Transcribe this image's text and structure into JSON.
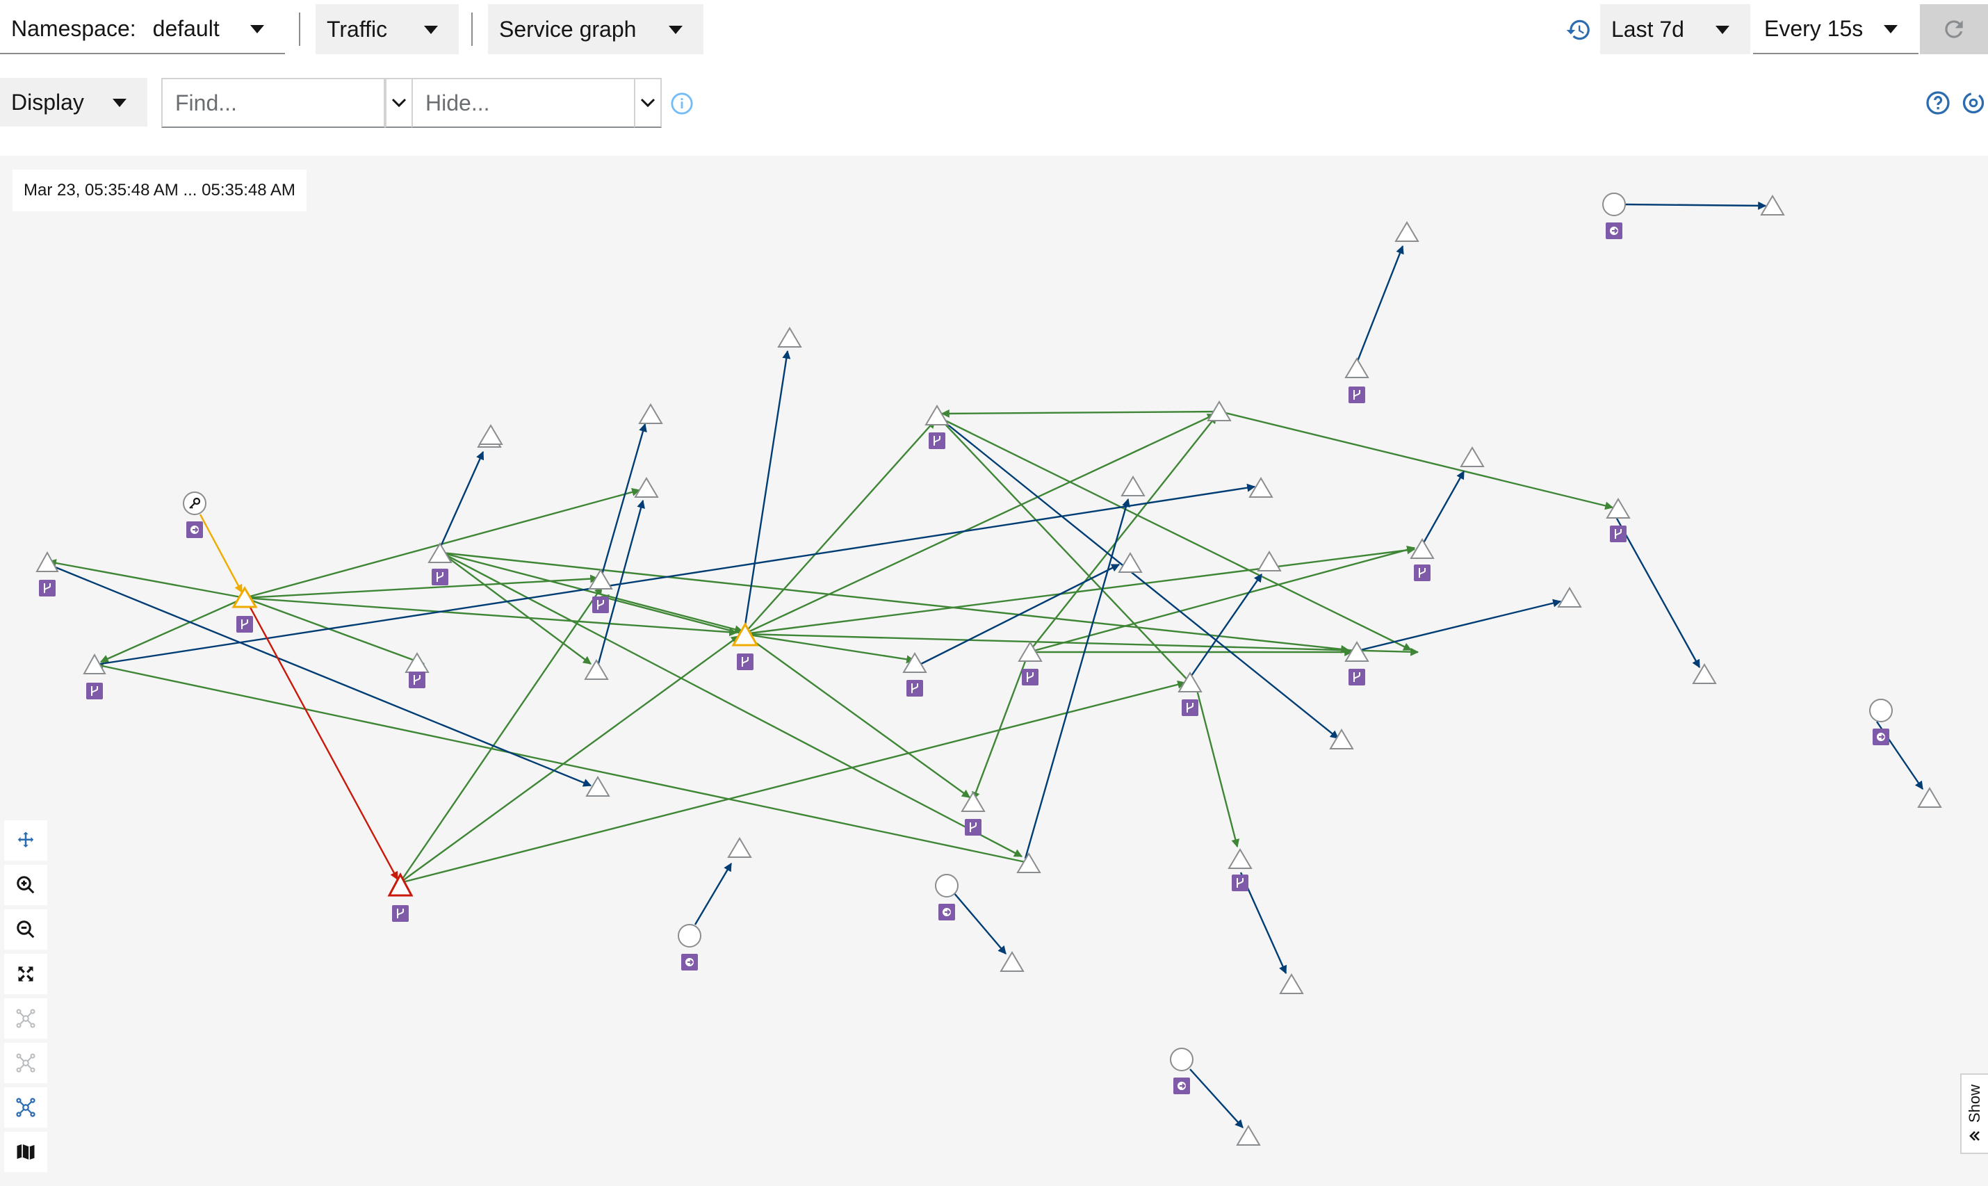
{
  "toolbar": {
    "namespace_label": "Namespace:",
    "namespace_value": "default",
    "traffic_label": "Traffic",
    "graph_type_label": "Service graph",
    "duration_label": "Last 7d",
    "refresh_interval_label": "Every 15s",
    "display_label": "Display",
    "find_placeholder": "Find...",
    "hide_placeholder": "Hide..."
  },
  "canvas": {
    "timestamp": "Mar 23, 05:35:48 AM ... 05:35:48 AM",
    "show_label": "Show"
  },
  "colors": {
    "healthy_edge": "#3e8635",
    "tcp_edge": "#003d74",
    "degraded_edge": "#f0ab00",
    "failure_edge": "#c9190b",
    "badge": "#7e5aa8",
    "accent": "#2b6cb0"
  },
  "icons": {
    "history": "history-icon",
    "refresh": "refresh-icon",
    "info": "info-icon",
    "help": "help-icon",
    "layout": "layout-refresh-icon",
    "app_badge": "branch-icon",
    "service_badge": "service-icon",
    "key": "key-icon",
    "zoom": [
      "pan-icon",
      "zoom-in-icon",
      "zoom-out-icon",
      "fit-icon",
      "layout-1-icon",
      "layout-2-icon",
      "layout-3-icon",
      "legend-map-icon"
    ]
  }
}
